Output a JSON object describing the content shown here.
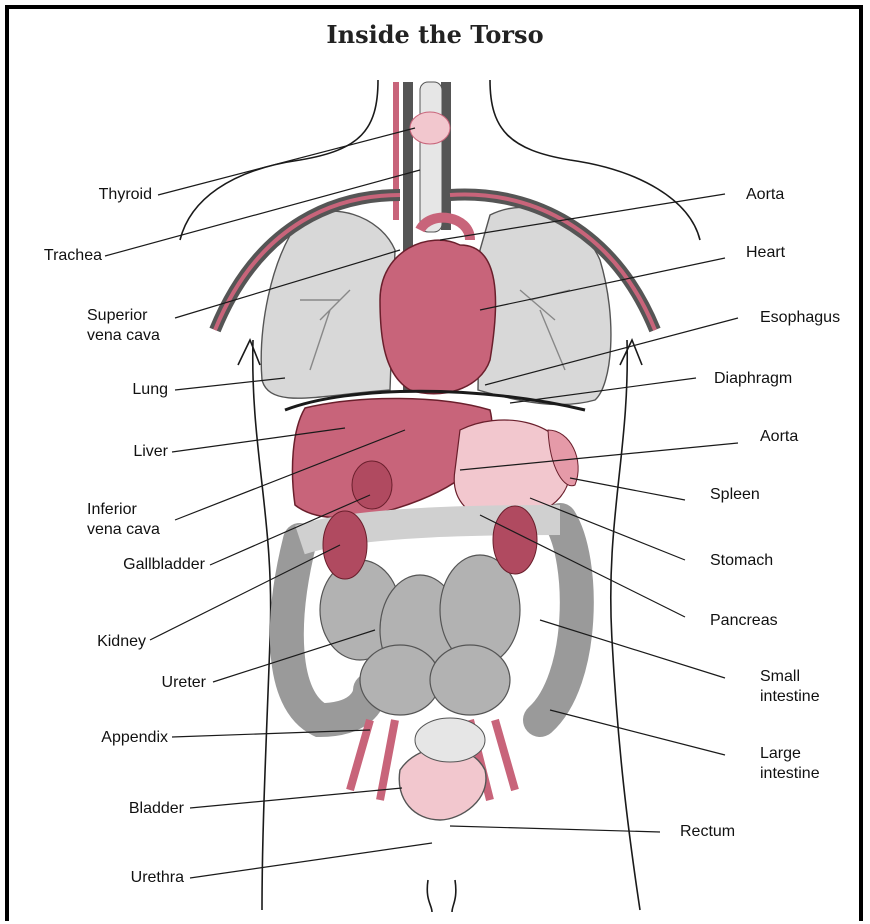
{
  "title": "Inside the Torso",
  "colors": {
    "organ_red": "#c8647a",
    "organ_pink": "#f2c7ce",
    "lung_gray": "#d7d7d7",
    "intestine_gray": "#bdbdbd",
    "outline": "#1a1a1a"
  },
  "labels_left": {
    "thyroid": "Thyroid",
    "trachea": "Trachea",
    "superior_vena_cava": "Superior\nvena cava",
    "lung": "Lung",
    "liver": "Liver",
    "inferior_vena_cava": "Inferior\nvena cava",
    "gallbladder": "Gallbladder",
    "kidney": "Kidney",
    "ureter": "Ureter",
    "appendix": "Appendix",
    "bladder": "Bladder",
    "urethra": "Urethra"
  },
  "labels_right": {
    "aorta_upper": "Aorta",
    "heart": "Heart",
    "esophagus": "Esophagus",
    "diaphragm": "Diaphragm",
    "aorta_lower": "Aorta",
    "spleen": "Spleen",
    "stomach": "Stomach",
    "pancreas": "Pancreas",
    "small_intestine": "Small\nintestine",
    "large_intestine": "Large\nintestine",
    "rectum": "Rectum"
  }
}
